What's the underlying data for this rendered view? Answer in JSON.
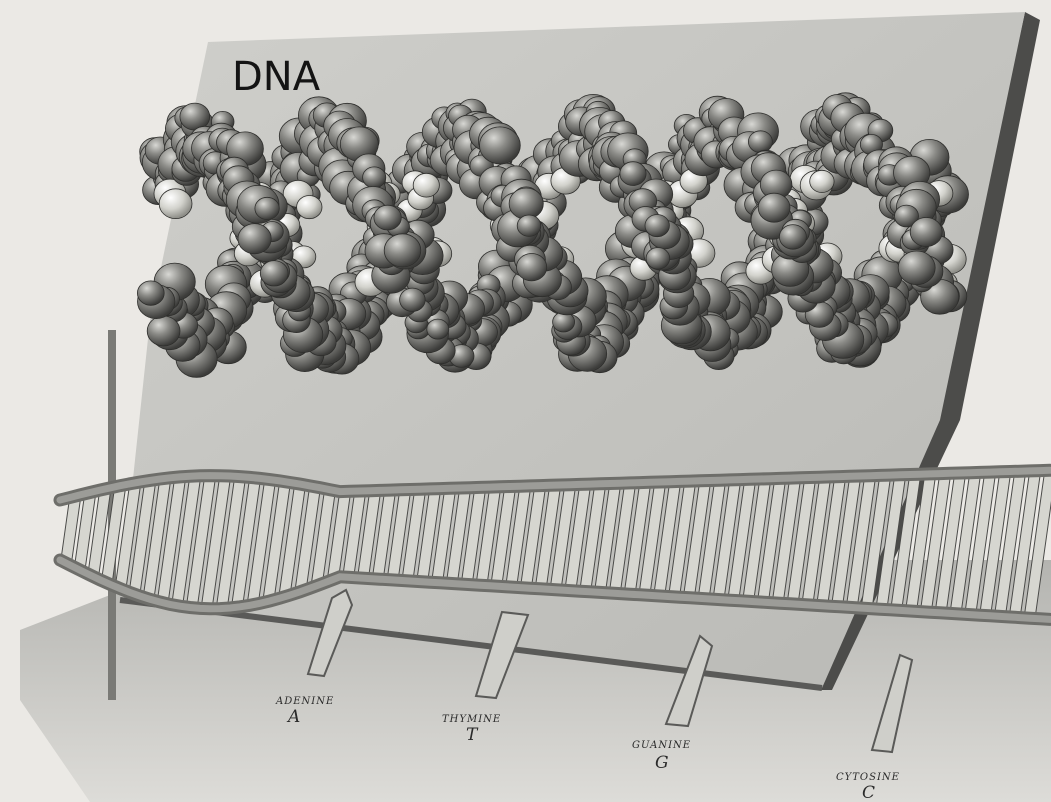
{
  "title": "DNA",
  "bases": [
    {
      "name": "ADENINE",
      "letter": "A"
    },
    {
      "name": "THYMINE",
      "letter": "T"
    },
    {
      "name": "GUANINE",
      "letter": "G"
    },
    {
      "name": "CYTOSINE",
      "letter": "C"
    }
  ],
  "colors": {
    "page_background": "#e9e7e3",
    "board": "#c9c9c5",
    "board_edge": "#505050",
    "atom_dark": "#7c7c78",
    "atom_light": "#d4d4ce",
    "ribbon": "#8a8a86",
    "rung": "#cfcfca"
  }
}
